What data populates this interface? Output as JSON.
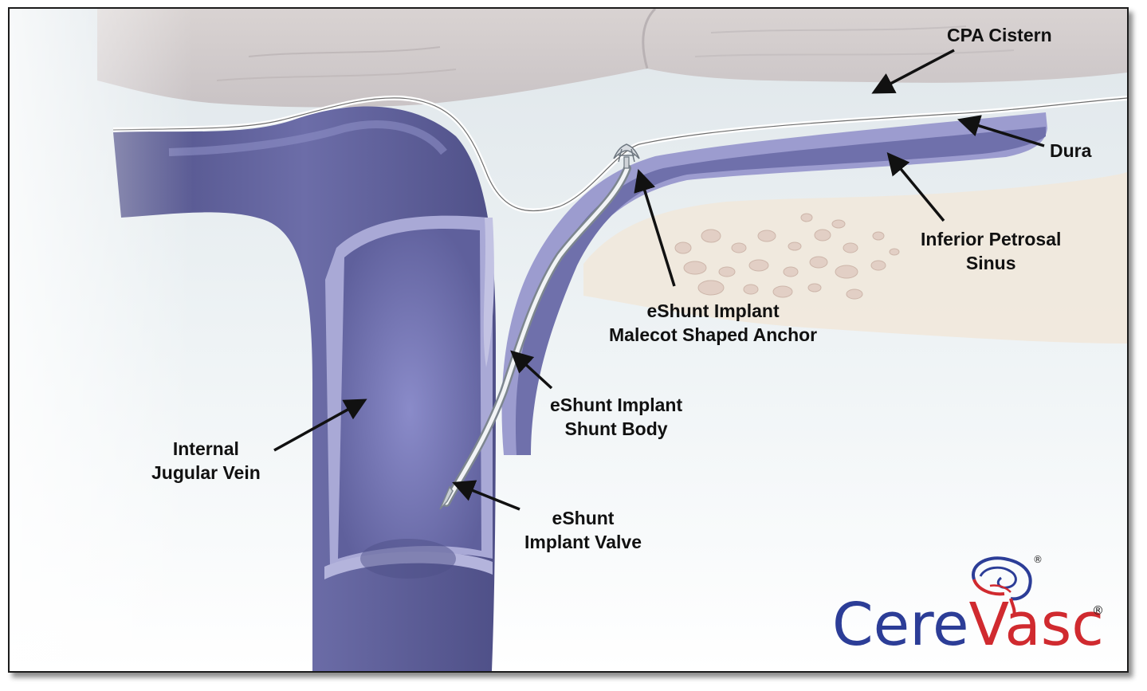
{
  "labels": {
    "cpa_cistern": [
      "CPA Cistern"
    ],
    "dura": [
      "Dura"
    ],
    "inferior_petrosal_sinus": [
      "Inferior Petrosal",
      "Sinus"
    ],
    "malecot_anchor": [
      "eShunt Implant",
      "Malecot Shaped Anchor"
    ],
    "shunt_body": [
      "eShunt Implant",
      "Shunt Body"
    ],
    "internal_jugular_vein": [
      "Internal",
      "Jugular Vein"
    ],
    "implant_valve": [
      "eShunt",
      "Implant Valve"
    ]
  },
  "logo": {
    "part1": "Cere",
    "part2": "Vasc",
    "registered_mark": "®",
    "colors": {
      "blue": "#2c3d97",
      "red": "#d02a2f"
    }
  },
  "colors": {
    "vein": "#5e5f99",
    "vein_inner": "#7f80bd",
    "vein_wall": "#aeaed8",
    "brain": "#d8d2d0",
    "csf": "#e8eef2",
    "bone": "#f1e8dc"
  }
}
